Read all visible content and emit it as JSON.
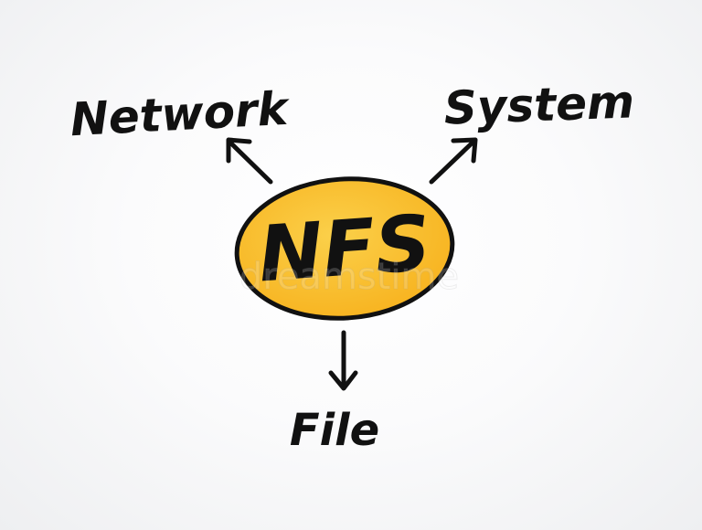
{
  "center": {
    "label": "NFS",
    "fill_color": "#f7b21e",
    "fill_highlight": "#fbd04a",
    "outline_color": "#111111"
  },
  "nodes": {
    "left": {
      "label": "Network"
    },
    "right": {
      "label": "System"
    },
    "bottom": {
      "label": "File"
    }
  },
  "watermark": {
    "text": "dreamstime"
  }
}
